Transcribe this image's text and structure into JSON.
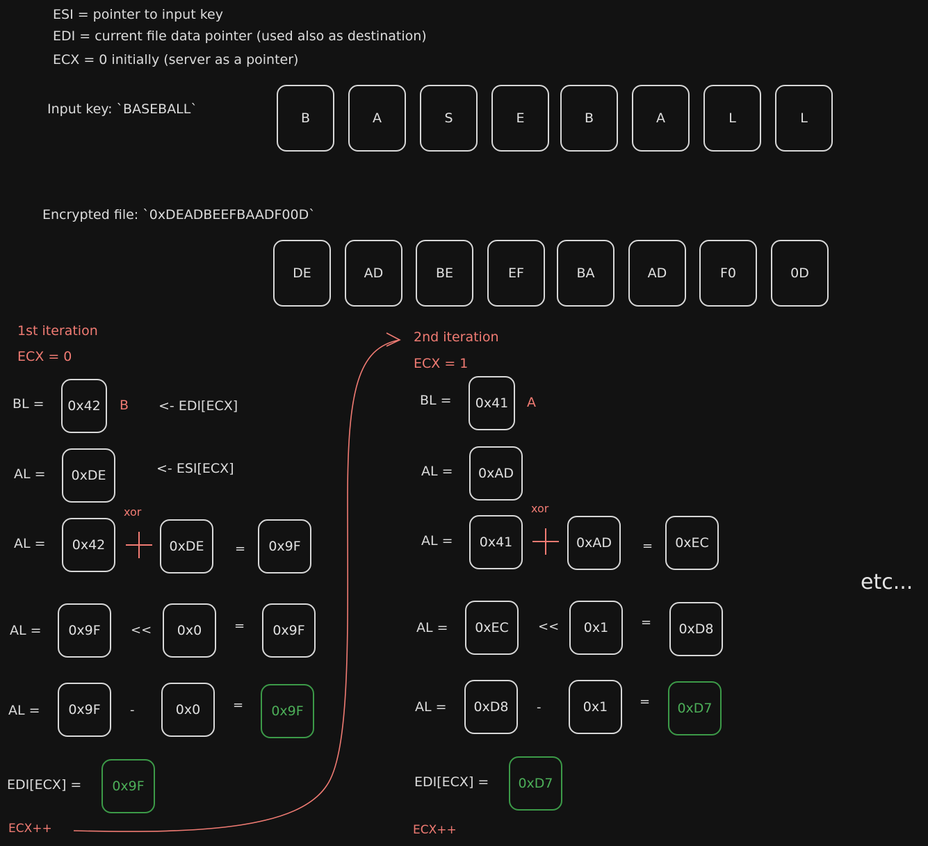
{
  "notes": {
    "esi": "ESI = pointer to input key",
    "edi": "EDI = current file data pointer (used also as destination)",
    "ecx": "ECX = 0 initially (server as a pointer)"
  },
  "key": {
    "label": "Input key: `BASEBALL`",
    "bytes": [
      "B",
      "A",
      "S",
      "E",
      "B",
      "A",
      "L",
      "L"
    ]
  },
  "file": {
    "label": "Encrypted file: `0xDEADBEEFBAADF00D`",
    "bytes": [
      "DE",
      "AD",
      "BE",
      "EF",
      "BA",
      "AD",
      "F0",
      "0D"
    ]
  },
  "iter1": {
    "title": "1st iteration",
    "ecx": "ECX = 0",
    "bl_label": "BL =",
    "bl_val": "0x42",
    "bl_char": "B",
    "bl_note": "<- EDI[ECX]",
    "al1_label": "AL =",
    "al1_val": "0xDE",
    "al1_note": "<- ESI[ECX]",
    "xor_label": "xor",
    "al2_label": "AL =",
    "xor_a": "0x42",
    "xor_b": "0xDE",
    "eq1": "=",
    "xor_r": "0x9F",
    "al3_label": "AL =",
    "shl_a": "0x9F",
    "shl_op": "<<",
    "shl_b": "0x0",
    "eq2": "=",
    "shl_r": "0x9F",
    "al4_label": "AL =",
    "sub_a": "0x9F",
    "sub_op": "-",
    "sub_b": "0x0",
    "eq3": "=",
    "sub_r": "0x9F",
    "edi_label": "EDI[ECX] =",
    "edi_val": "0x9F",
    "inc": "ECX++"
  },
  "iter2": {
    "title": "2nd iteration",
    "ecx": "ECX = 1",
    "bl_label": "BL =",
    "bl_val": "0x41",
    "bl_char": "A",
    "al1_label": "AL =",
    "al1_val": "0xAD",
    "xor_label": "xor",
    "al2_label": "AL =",
    "xor_a": "0x41",
    "xor_b": "0xAD",
    "eq1": "=",
    "xor_r": "0xEC",
    "al3_label": "AL =",
    "shl_a": "0xEC",
    "shl_op": "<<",
    "shl_b": "0x1",
    "eq2": "=",
    "shl_r": "0xD8",
    "al4_label": "AL =",
    "sub_a": "0xD8",
    "sub_op": "-",
    "sub_b": "0x1",
    "eq3": "=",
    "sub_r": "0xD7",
    "edi_label": "EDI[ECX] =",
    "edi_val": "0xD7",
    "inc": "ECX++"
  },
  "etc": "etc..."
}
